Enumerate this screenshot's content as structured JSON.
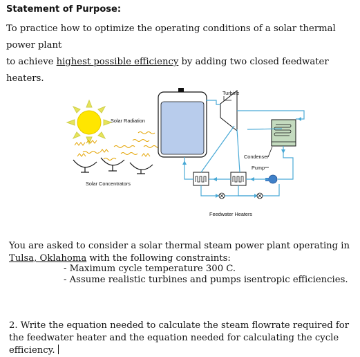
{
  "statement": {
    "heading": "Statement of Purpose:",
    "line1": "To practice how to optimize the operating conditions of a solar thermal power plant",
    "line2_prefix": "to achieve ",
    "line2_link": "highest possible efficiency",
    "line2_suffix": " by adding two closed feedwater heaters."
  },
  "diagram": {
    "labels": {
      "turbine": "Turbine",
      "solar_radiation": "Solar Radiation",
      "solar_concentrators": "Solar Concentrators",
      "condenser": "Condenser",
      "pump": "Pump",
      "feedwater_heaters": "Feedwater Heaters"
    },
    "colors": {
      "sun": "#ffe600",
      "sun_rays": "#e7e45a",
      "radiation_wave": "#e4a300",
      "pipe": "#49a9d6",
      "tank_water": "#b8ccec",
      "condenser_fill": "#c4dbbf",
      "pump_fill": "#3f80c8"
    }
  },
  "body": {
    "para_prefix": "You are asked to consider a solar thermal steam power plant operating in ",
    "para_link": "Tulsa, Oklahoma",
    "para_suffix": " with the following constraints:",
    "constraint1": "- Maximum cycle temperature 300 C.",
    "constraint2": "- Assume realistic turbines and pumps isentropic efficiencies.",
    "question": "2.  Write the equation needed to calculate the steam flowrate required for the feedwater heater and the equation needed for calculating the cycle efficiency."
  }
}
